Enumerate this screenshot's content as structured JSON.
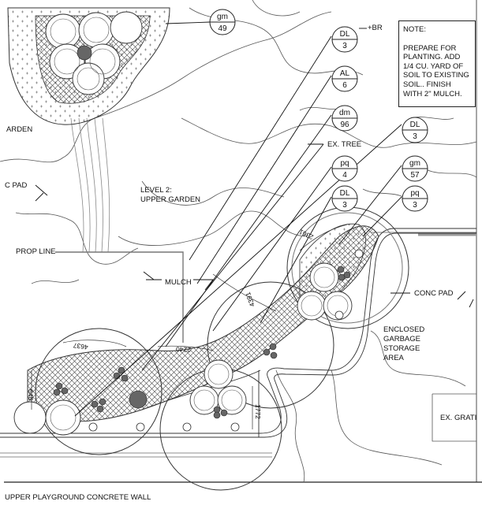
{
  "note": {
    "title": "NOTE:",
    "body": "PREPARE FOR PLANTING. ADD 1/4 CU. YARD OF SOIL TO EXISTING SOIL.. FINISH WITH 2\" MULCH."
  },
  "labels": {
    "garden_partial": "ARDEN",
    "pad_partial": "C PAD",
    "level2_line1": "LEVEL 2:",
    "level2_line2": "UPPER GARDEN",
    "prop_line": "PROP LINE",
    "mulch": "MULCH",
    "ex_tree": "EX. TREE",
    "br": "+BR",
    "conc_pad": "CONC PAD",
    "enclosed_line1": "ENCLOSED",
    "enclosed_line2": "GARBAGE",
    "enclosed_line3": "STORAGE",
    "enclosed_line4": "AREA",
    "ex_grate": "EX. GRATI",
    "wall": "UPPER PLAYGROUND CONCRETE WALL"
  },
  "tags": [
    {
      "code": "gm",
      "qty": "49"
    },
    {
      "code": "DL",
      "qty": "3"
    },
    {
      "code": "AL",
      "qty": "6"
    },
    {
      "code": "dm",
      "qty": "96"
    },
    {
      "code": "DL",
      "qty": "3"
    },
    {
      "code": "pq",
      "qty": "4"
    },
    {
      "code": "gm",
      "qty": "57"
    },
    {
      "code": "DL",
      "qty": "3"
    },
    {
      "code": "pq",
      "qty": "3"
    }
  ],
  "dimensions": [
    "2361",
    "4391",
    "4637",
    "2240",
    "1772",
    "648"
  ]
}
